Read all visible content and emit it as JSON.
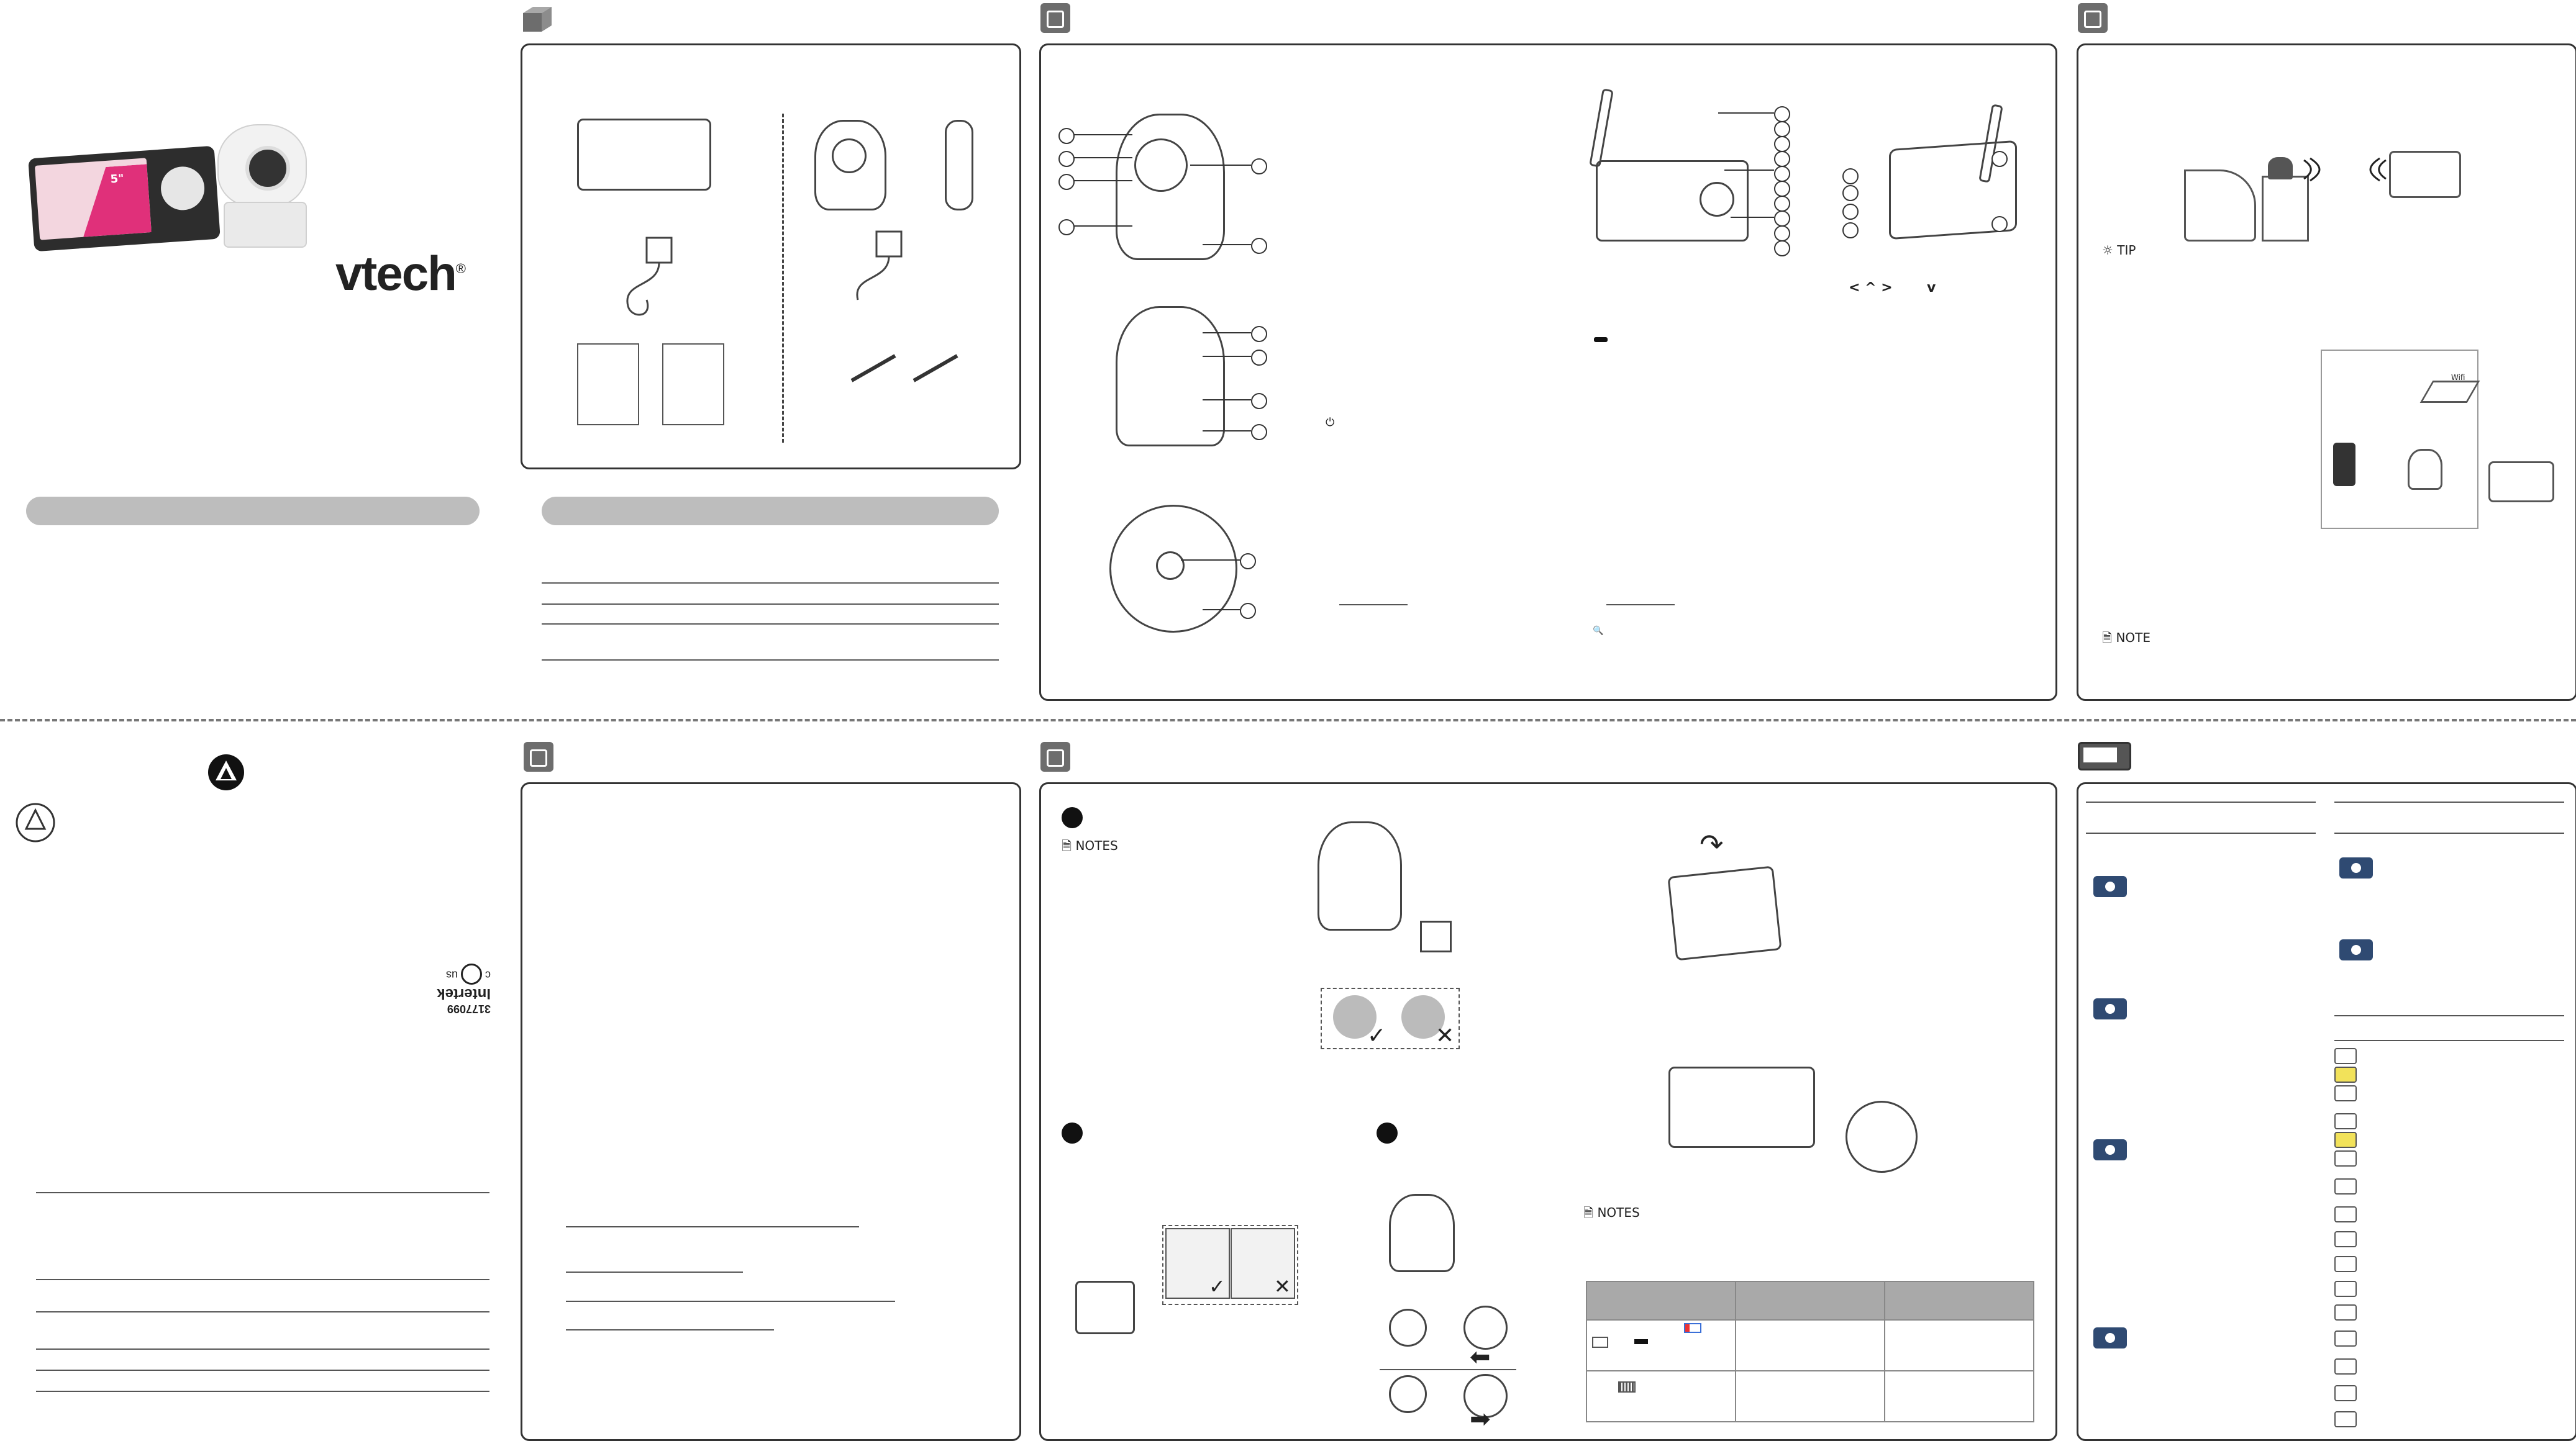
{
  "brand": {
    "logo_text": "vtech",
    "registered_mark": "®"
  },
  "product": {
    "screen_size_badge": "5\""
  },
  "headings": {
    "tip": "TIP",
    "note": "NOTE",
    "notes": "NOTES"
  },
  "certification": {
    "lab_name": "Intertek",
    "lab_code": "3177099",
    "mark_c": "c",
    "mark_us": "us"
  },
  "nav_glyphs": {
    "left": "<",
    "up": "^",
    "right": ">",
    "down": "v"
  },
  "symbols": {
    "power": "⏻",
    "zoom": "🔍",
    "wifi": "Wifi"
  },
  "colors": {
    "panel_border": "#333333",
    "grey_bar": "#bdbdbd",
    "icon_blue": "#2f4a72",
    "product_pink": "#e0307a"
  }
}
